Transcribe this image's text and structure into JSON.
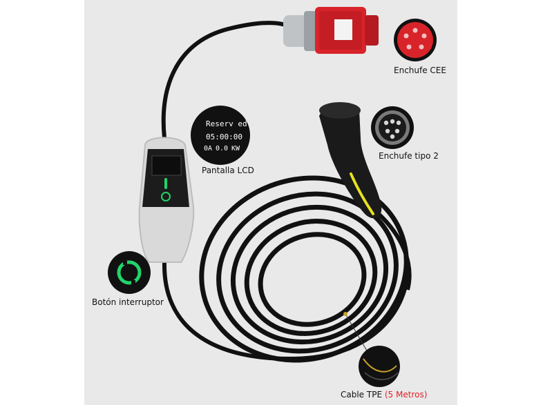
{
  "labels": {
    "cee": "Enchufe CEE",
    "tipo2": "Enchufe tipo 2",
    "lcd": "Pantalla LCD",
    "boton": "Botón interruptor",
    "cable_prefix": "Cable TPE",
    "cable_length": "(5 Metros)"
  },
  "lcd_zoom": {
    "line1": "Reserv ed",
    "line2": "05:00:00",
    "line3a": "0A",
    "line3b": "0.0",
    "line3c": "KW"
  },
  "colors": {
    "background_panel": "#e9e9e9",
    "cable": "#111111",
    "plug_red": "#d8232a",
    "led_green": "#22d46a",
    "accent_yellow": "#e8e020",
    "label_red": "#e0202a"
  },
  "icons": {
    "cee_plug": "cee-plug-icon",
    "type2_plug": "type2-plug-icon",
    "controller": "charger-controller-icon",
    "power_button": "power-button-icon"
  }
}
